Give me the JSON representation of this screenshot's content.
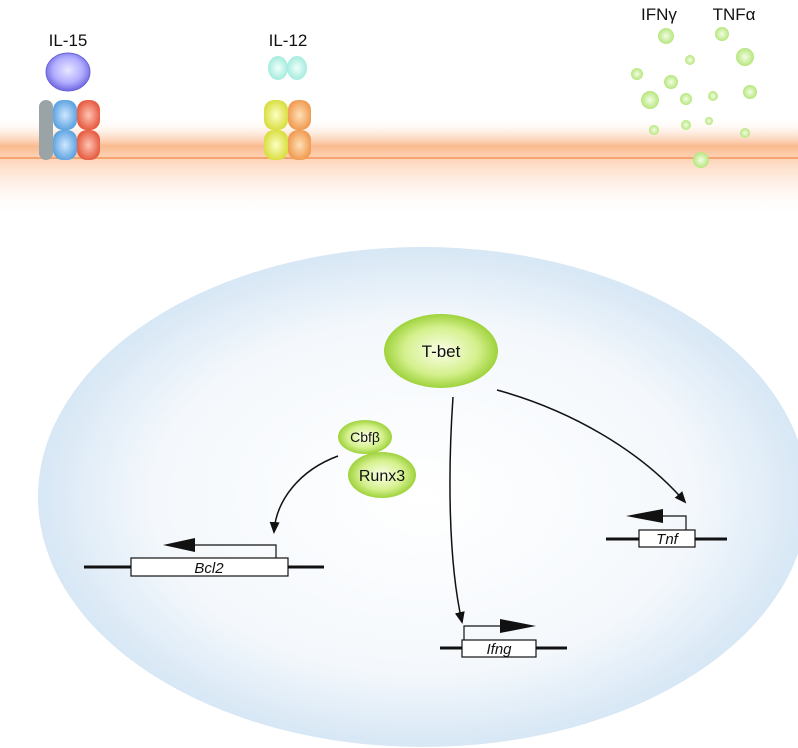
{
  "receptors": {
    "il15": {
      "label": "IL-15"
    },
    "il12": {
      "label": "IL-12"
    }
  },
  "cytokines": {
    "ifng": {
      "label": "IFNγ"
    },
    "tnfa": {
      "label": "TNFα"
    }
  },
  "nucleus": {
    "tbet": {
      "label": "T-bet"
    },
    "cbfb": {
      "label": "Cbfβ"
    },
    "runx3": {
      "label": "Runx3"
    }
  },
  "genes": {
    "bcl2": {
      "label": "Bcl2",
      "direction": "reverse"
    },
    "ifng": {
      "label": "Ifng",
      "direction": "forward"
    },
    "tnf": {
      "label": "Tnf",
      "direction": "reverse"
    }
  },
  "colors": {
    "membrane": "#f9b383",
    "nucleus_fill": "#e3eef8",
    "green_protein": "#b5e25a",
    "il15_ligand": "#8c86ee",
    "il12_ligand": "#aef0e4",
    "receptor_blue": "#6fb2ea",
    "receptor_red": "#f2694d",
    "receptor_yellow": "#e3e84c",
    "receptor_orange": "#f6a85a",
    "receptor_grey": "#9aa4a6",
    "cytokine_dots": "#c8ee9a"
  },
  "icons": [
    "arrow-icon",
    "promoter-arrow-icon"
  ]
}
